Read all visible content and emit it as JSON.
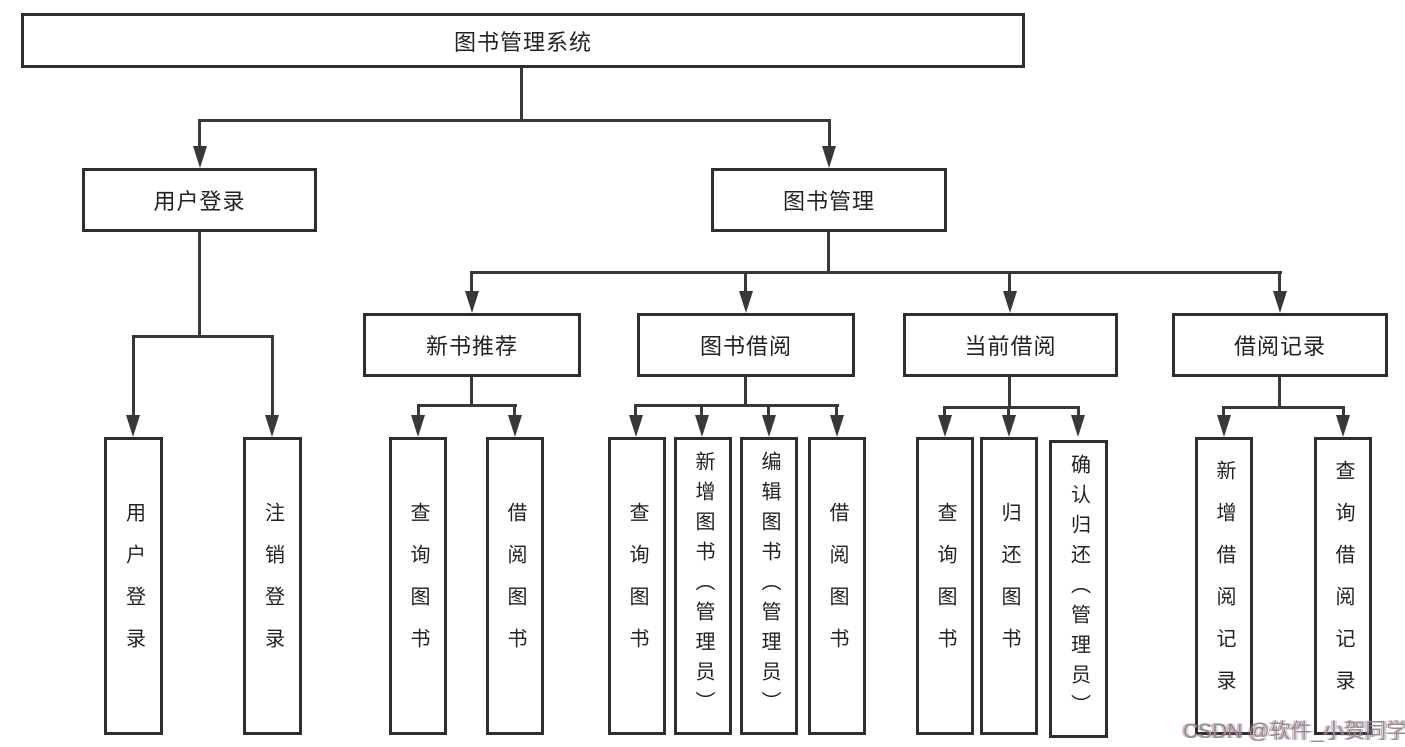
{
  "diagram": {
    "root": {
      "label": "图书管理系统"
    },
    "branches": [
      {
        "label": "用户登录",
        "children": [
          {
            "label": "用户登录"
          },
          {
            "label": "注销登录"
          }
        ]
      },
      {
        "label": "图书管理",
        "children": [
          {
            "label": "新书推荐",
            "children": [
              {
                "label": "查询图书"
              },
              {
                "label": "借阅图书"
              }
            ]
          },
          {
            "label": "图书借阅",
            "children": [
              {
                "label": "查询图书"
              },
              {
                "label": "新增图书（管理员）"
              },
              {
                "label": "编辑图书（管理员）"
              },
              {
                "label": "借阅图书"
              }
            ]
          },
          {
            "label": "当前借阅",
            "children": [
              {
                "label": "查询图书"
              },
              {
                "label": "归还图书"
              },
              {
                "label": "确认归还（管理员）"
              }
            ]
          },
          {
            "label": "借阅记录",
            "children": [
              {
                "label": "新增借阅记录"
              },
              {
                "label": "查询借阅记录"
              }
            ]
          }
        ]
      }
    ]
  },
  "watermark": {
    "text": "CSDN @软件_小贺同学"
  },
  "colors": {
    "background": "#ffffff",
    "line": "#383838",
    "box_border": "#2e2e2e",
    "text": "#222222",
    "watermark": "#8f8f8f"
  }
}
